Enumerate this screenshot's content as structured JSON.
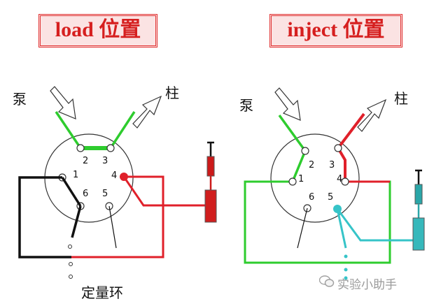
{
  "left_panel": {
    "title": "load 位置",
    "pump_label": "泵",
    "column_label": "柱",
    "loop_label": "定量环",
    "ports": [
      "1",
      "2",
      "3",
      "4",
      "5",
      "6"
    ]
  },
  "right_panel": {
    "title": "inject 位置",
    "pump_label": "泵",
    "column_label": "柱",
    "ports": [
      "1",
      "2",
      "3",
      "4",
      "5",
      "6"
    ]
  },
  "watermark": {
    "text": "实验小助手"
  },
  "colors": {
    "title_red": "#d61f1f",
    "green_line": "#2ecc2e",
    "red_line": "#e0202a",
    "cyan_line": "#36c4c8",
    "black_line": "#111111",
    "syringe_red": "#cc1a1a",
    "syringe_teal": "#2aa6a8"
  }
}
